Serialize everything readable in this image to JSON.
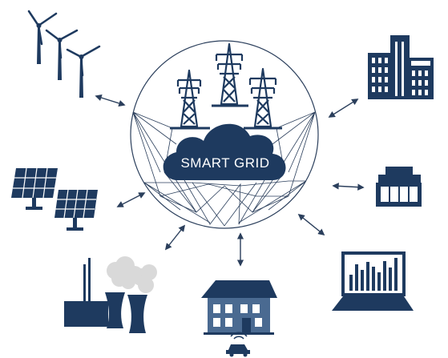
{
  "diagram": {
    "center_label": "SMART GRID",
    "nodes": [
      {
        "id": "wind",
        "icon": "wind-turbine-icon"
      },
      {
        "id": "solar",
        "icon": "solar-panel-icon"
      },
      {
        "id": "power_plant",
        "icon": "power-plant-icon"
      },
      {
        "id": "house",
        "icon": "house-icon"
      },
      {
        "id": "electric_car",
        "icon": "electric-car-icon"
      },
      {
        "id": "laptop",
        "icon": "laptop-chart-icon"
      },
      {
        "id": "store",
        "icon": "store-icon"
      },
      {
        "id": "office",
        "icon": "office-buildings-icon"
      },
      {
        "id": "pylons",
        "icon": "transmission-tower-icon"
      }
    ],
    "connection": "bidirectional-arrow"
  },
  "colors": {
    "primary": "#1e3a5f",
    "smoke": "#d9d9d9",
    "line": "#2b3f5c",
    "background": "#ffffff"
  }
}
